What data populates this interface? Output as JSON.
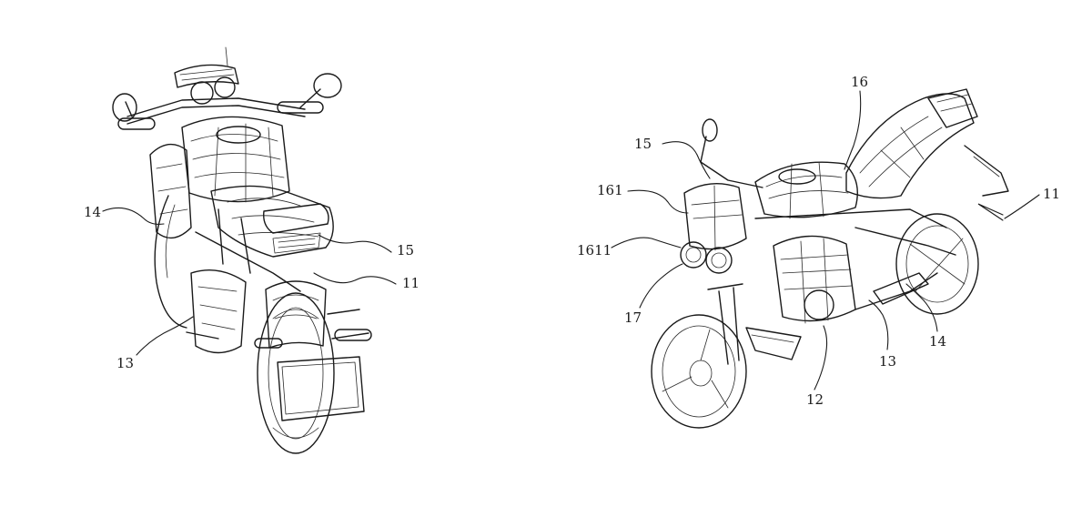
{
  "views": {
    "left": {
      "labels": [
        "14",
        "15",
        "11",
        "13"
      ]
    },
    "right": {
      "labels": [
        "16",
        "15",
        "161",
        "11",
        "1611",
        "17",
        "14",
        "13",
        "12"
      ]
    }
  }
}
